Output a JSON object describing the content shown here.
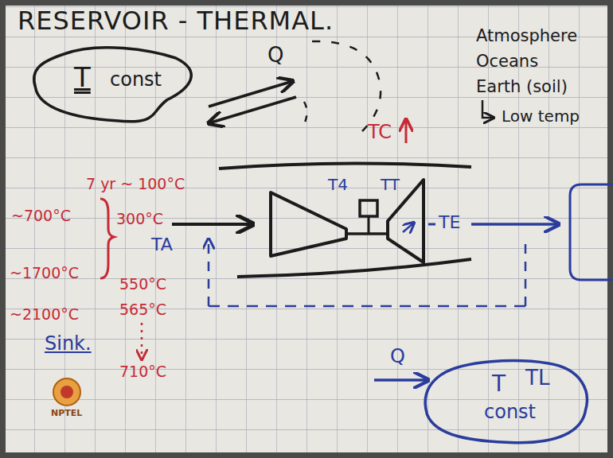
{
  "diagram": {
    "title": "RESERVOIR - THERMAL.",
    "nodes": [
      {
        "text": [
          "T",
          "const"
        ]
      },
      {
        "text": [
          "T",
          "TL",
          "const"
        ]
      }
    ],
    "labels": [
      "Q",
      "Atmosphere",
      "Oceans",
      "Earth (soil)",
      "Low temp",
      "TC",
      "T4",
      "TT",
      "TE",
      "TA",
      "7 yr ~ 100°C",
      "300°C",
      "~700°C",
      "~1700°C",
      "550°C",
      "565°C",
      "~2100°C",
      "710°C",
      "Sink.",
      "Q",
      "NPTEL"
    ]
  }
}
